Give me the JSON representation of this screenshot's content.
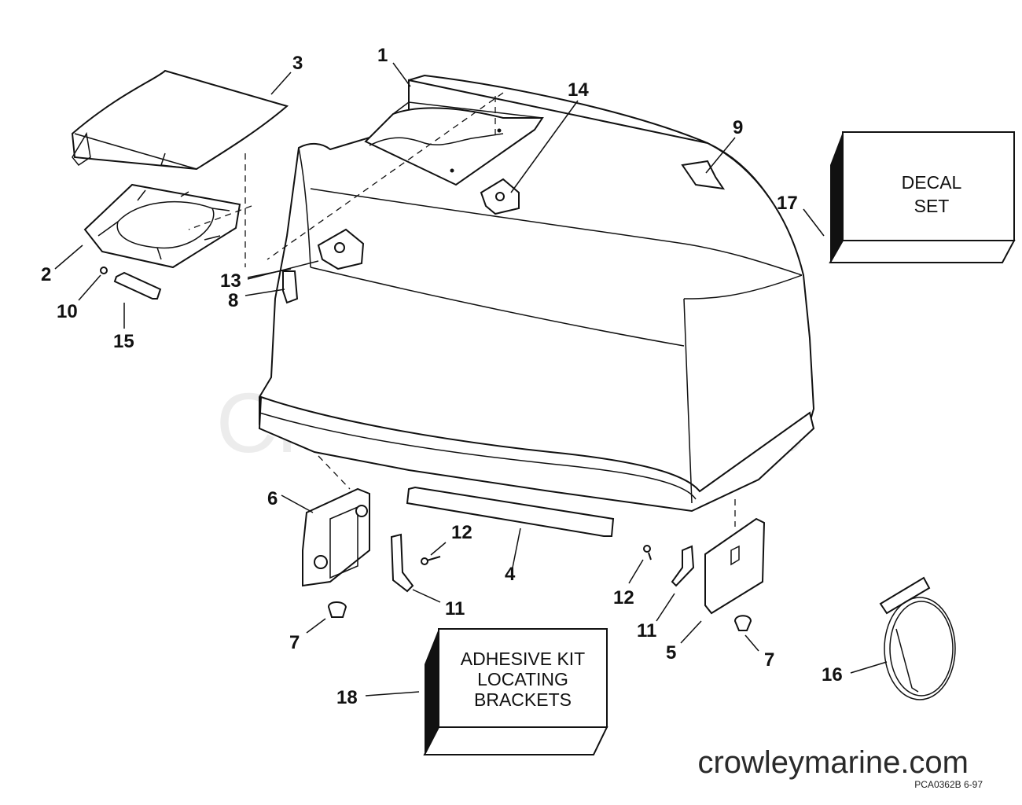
{
  "watermark": "Crowley Marine",
  "site": "crowleymarine.com",
  "code": "PCA0362B  6-97",
  "decal_box": [
    "DECAL",
    "SET"
  ],
  "adhesive_box": [
    "ADHESIVE KIT",
    "LOCATING",
    "BRACKETS"
  ],
  "callouts": {
    "c1": "1",
    "c2": "2",
    "c3": "3",
    "c4": "4",
    "c5": "5",
    "c6": "6",
    "c7a": "7",
    "c7b": "7",
    "c8": "8",
    "c9": "9",
    "c10": "10",
    "c11a": "11",
    "c11b": "11",
    "c12a": "12",
    "c12b": "12",
    "c13": "13",
    "c14": "14",
    "c15": "15",
    "c16": "16",
    "c17": "17",
    "c18": "18"
  }
}
